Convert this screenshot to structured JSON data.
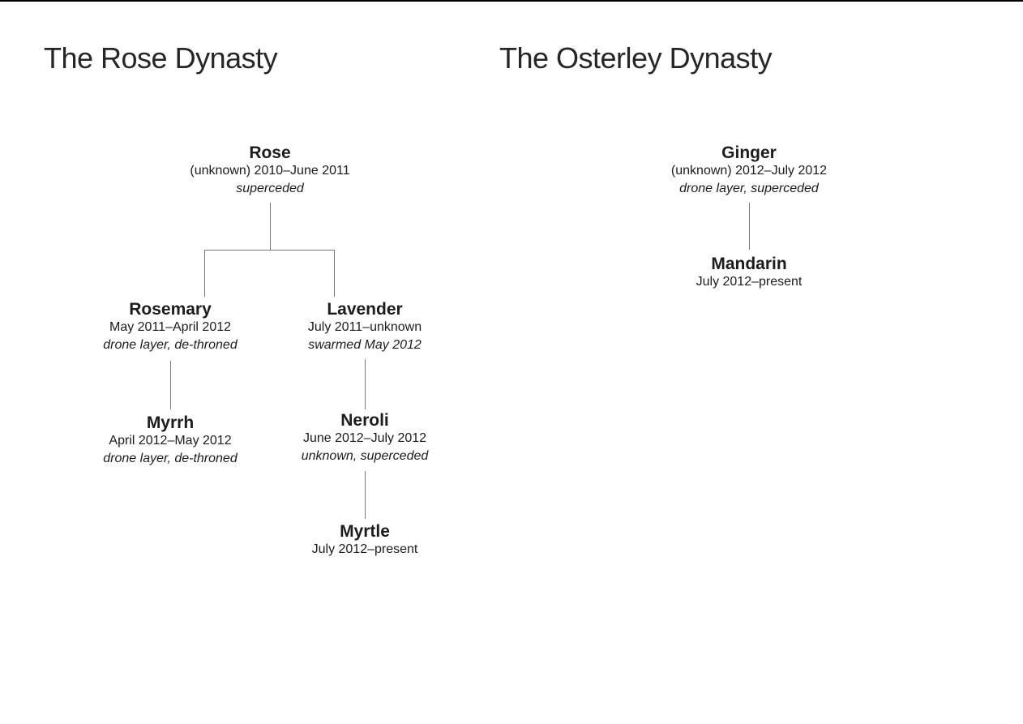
{
  "page": {
    "background_color": "#ffffff",
    "top_border_color": "#000000",
    "connector_color": "#787878",
    "text_color": "#1c1c1c",
    "title_color": "#262626"
  },
  "left_tree": {
    "title": "The Rose Dynasty",
    "nodes": {
      "rose": {
        "name": "Rose",
        "dates": "(unknown) 2010–June 2011",
        "note": "superceded",
        "children": [
          "rosemary",
          "lavender"
        ]
      },
      "rosemary": {
        "name": "Rosemary",
        "dates": "May 2011–April 2012",
        "note": "drone layer, de-throned",
        "children": [
          "myrrh"
        ]
      },
      "lavender": {
        "name": "Lavender",
        "dates": "July 2011–unknown",
        "note": "swarmed May 2012",
        "children": [
          "neroli"
        ]
      },
      "myrrh": {
        "name": "Myrrh",
        "dates": "April 2012–May 2012",
        "note": "drone layer, de-throned",
        "children": []
      },
      "neroli": {
        "name": "Neroli",
        "dates": "June 2012–July 2012",
        "note": "unknown, superceded",
        "children": [
          "myrtle"
        ]
      },
      "myrtle": {
        "name": "Myrtle",
        "dates": "July 2012–present",
        "note": "",
        "children": []
      }
    }
  },
  "right_tree": {
    "title": "The Osterley Dynasty",
    "nodes": {
      "ginger": {
        "name": "Ginger",
        "dates": "(unknown) 2012–July 2012",
        "note": "drone layer, superceded",
        "children": [
          "mandarin"
        ]
      },
      "mandarin": {
        "name": "Mandarin",
        "dates": "July 2012–present",
        "note": "",
        "children": []
      }
    }
  }
}
